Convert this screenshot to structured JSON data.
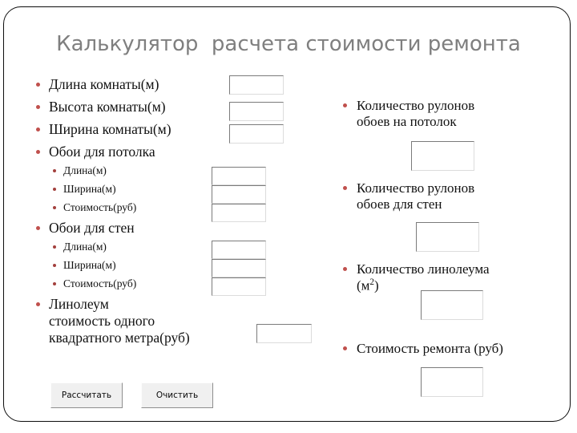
{
  "slide": {
    "title": "Калькулятор  расчета стоимости ремонта",
    "accent_bullet_color": "#c0504d",
    "title_color": "#7f7f7f",
    "frame_color": "#0d0d0d"
  },
  "left_column": {
    "items": [
      {
        "label": "Длина комнаты(м)",
        "level": 1,
        "input_value": ""
      },
      {
        "label": "Высота комнаты(м)",
        "level": 1,
        "input_value": ""
      },
      {
        "label": "Ширина комнаты(м)",
        "level": 1,
        "input_value": ""
      },
      {
        "label": "Обои для потолка",
        "level": 1
      },
      {
        "label": "Длина(м)",
        "level": 2,
        "input_value": ""
      },
      {
        "label": "Ширина(м)",
        "level": 2,
        "input_value": ""
      },
      {
        "label": "Стоимость(руб)",
        "level": 2,
        "input_value": ""
      },
      {
        "label": "Обои для стен",
        "level": 1
      },
      {
        "label": "Длина(м)",
        "level": 2,
        "input_value": ""
      },
      {
        "label": "Ширина(м)",
        "level": 2,
        "input_value": ""
      },
      {
        "label": "Стоимость(руб)",
        "level": 2,
        "input_value": ""
      },
      {
        "label": "Линолеум",
        "level": 1
      },
      {
        "label": "стоимость одного",
        "level": 1
      },
      {
        "label": "квадратного метра(руб)",
        "level": 1,
        "input_value": ""
      }
    ]
  },
  "right_column": {
    "items": [
      {
        "line1": "Количество рулонов",
        "line2": "обоев на потолок",
        "input_value": ""
      },
      {
        "line1": "Количество рулонов",
        "line2": "обоев для стен",
        "input_value": ""
      },
      {
        "line1": "Количество линолеума",
        "line2": "(м2)",
        "input_value": ""
      },
      {
        "line1": "Стоимость ремонта (руб)",
        "line2": "",
        "input_value": ""
      }
    ]
  },
  "buttons": {
    "calculate_label": "Рассчитать",
    "clear_label": "Очистить"
  }
}
